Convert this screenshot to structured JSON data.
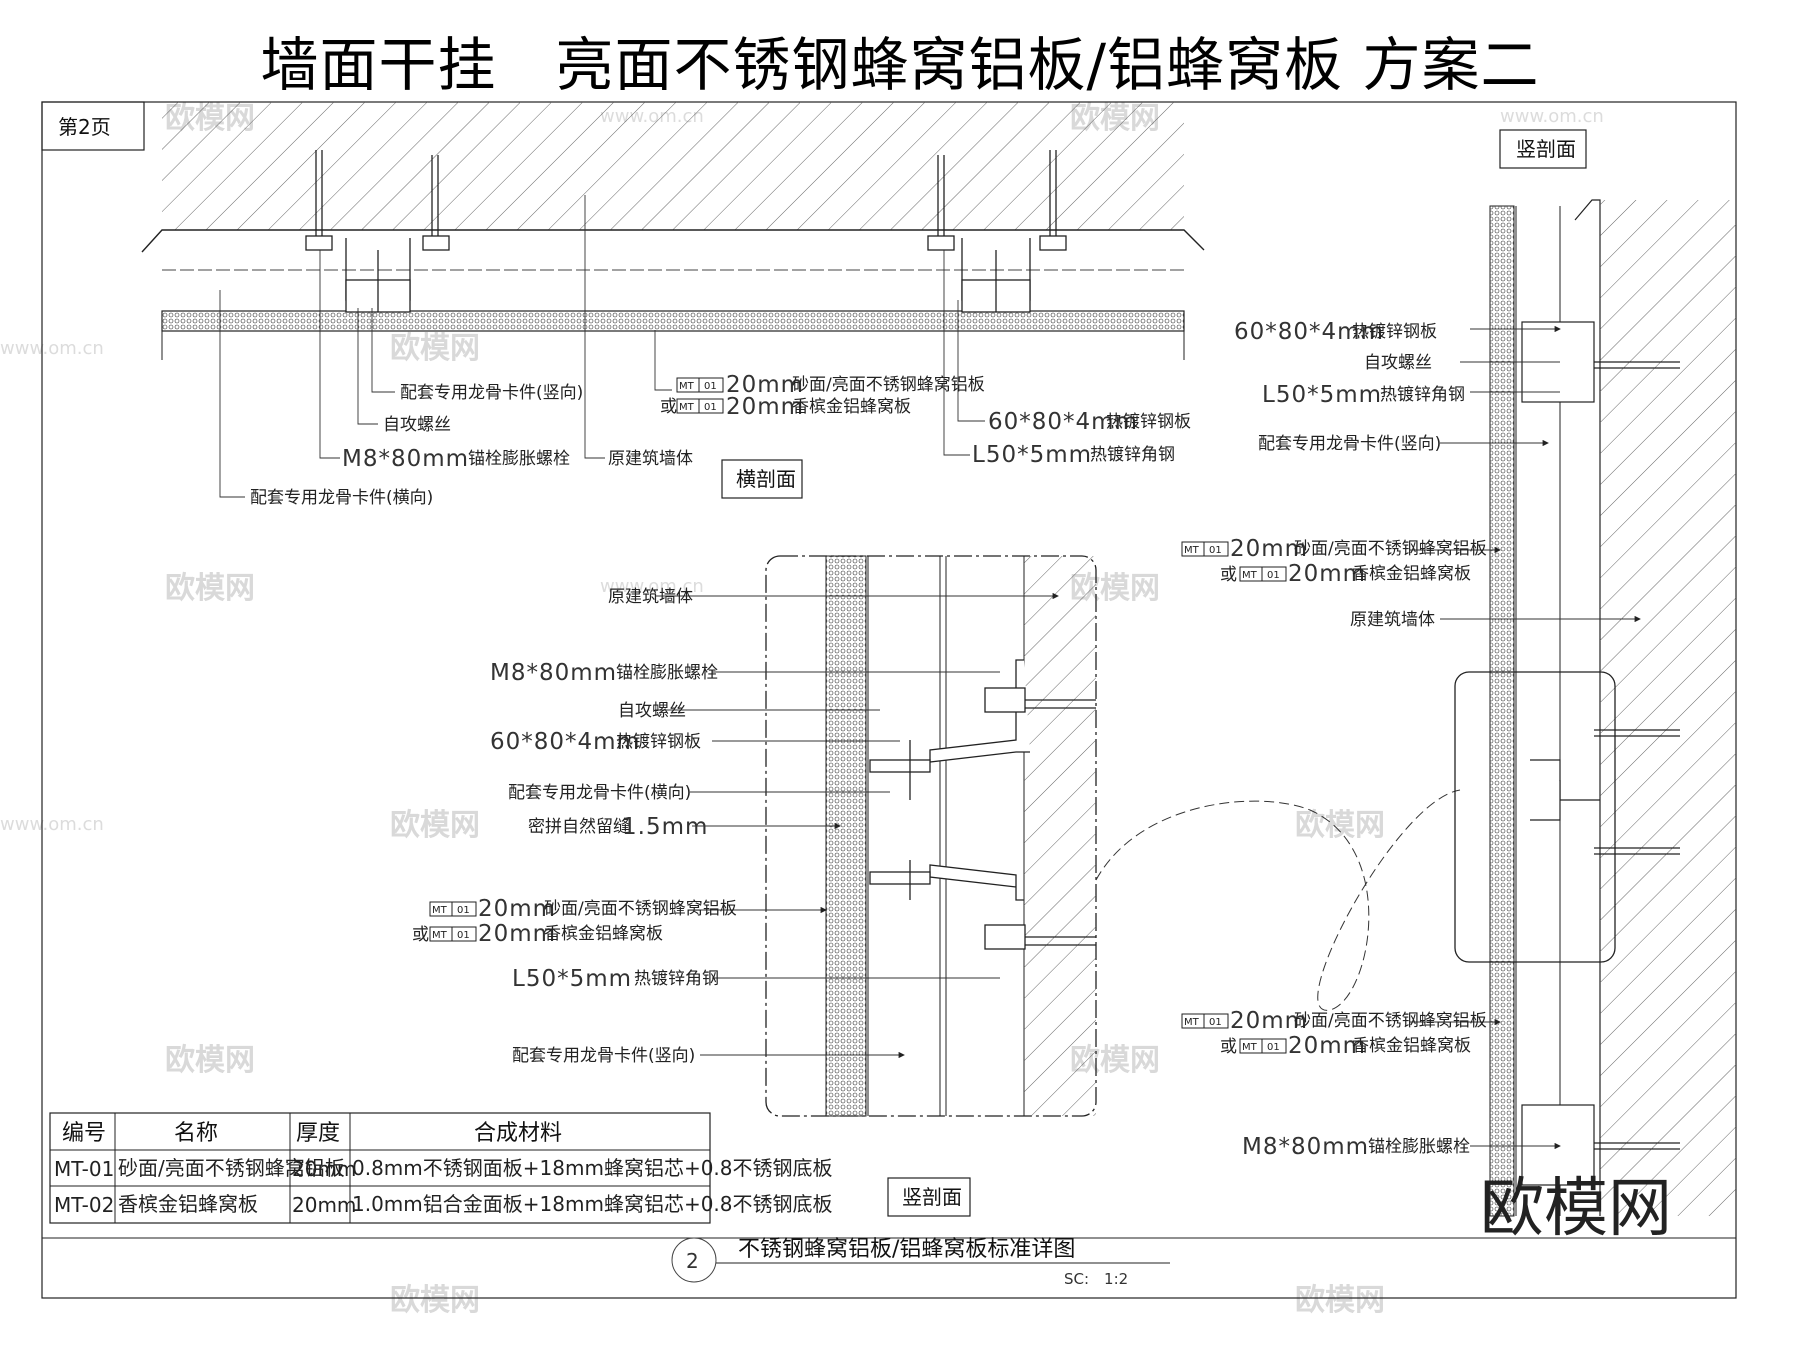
{
  "title": "墙面干挂　亮面不锈钢蜂窝铝板/铝蜂窝板 方案二",
  "page_label": "第2页",
  "sections": {
    "horizontal": "横剖面",
    "vertical_center": "竖剖面",
    "vertical_right": "竖剖面"
  },
  "horizontal_labels": {
    "clip_vertical": "配套专用龙骨卡件(竖向)",
    "self_tap_screw": "自攻螺丝",
    "anchor_bolt": "M8*80mm",
    "anchor_bolt_suffix": "锚栓膨胀螺栓",
    "wall": "原建筑墙体",
    "clip_horizontal": "配套专用龙骨卡件(横向)",
    "panel_a_thk": "20mm",
    "panel_a_name": "砂面/亮面不锈钢蜂窝铝板",
    "or": "或",
    "panel_b_thk": "20mm",
    "panel_b_name": "香槟金铝蜂窝板",
    "steel_plate": "60*80*4mm",
    "steel_plate_suffix": "热镀锌钢板",
    "angle_steel": "L50*5mm",
    "angle_steel_suffix": "热镀锌角钢"
  },
  "center_labels": {
    "wall": "原建筑墙体",
    "anchor_bolt": "M8*80mm",
    "anchor_bolt_suffix": "锚栓膨胀螺栓",
    "self_tap_screw": "自攻螺丝",
    "steel_plate": "60*80*4mm",
    "steel_plate_suffix": "热镀锌钢板",
    "clip_horizontal": "配套专用龙骨卡件(横向)",
    "joint": "密拼自然留缝",
    "joint_value": "1.5mm",
    "panel_a_thk": "20mm",
    "panel_a_name": "砂面/亮面不锈钢蜂窝铝板",
    "or": "或",
    "panel_b_thk": "20mm",
    "panel_b_name": "香槟金铝蜂窝板",
    "angle_steel": "L50*5mm",
    "angle_steel_suffix": "热镀锌角钢",
    "clip_vertical": "配套专用龙骨卡件(竖向)"
  },
  "right_labels": {
    "steel_plate": "60*80*4mm",
    "steel_plate_suffix": "热镀锌钢板",
    "self_tap_screw": "自攻螺丝",
    "angle_steel": "L50*5mm",
    "angle_steel_suffix": "热镀锌角钢",
    "clip_vertical": "配套专用龙骨卡件(竖向)",
    "panel_a_thk": "20mm",
    "panel_a_name": "砂面/亮面不锈钢蜂窝铝板",
    "or": "或",
    "panel_b_thk": "20mm",
    "panel_b_name": "香槟金铝蜂窝板",
    "wall": "原建筑墙体",
    "anchor_bolt": "M8*80mm",
    "anchor_bolt_suffix": "锚栓膨胀螺栓"
  },
  "material_tag": {
    "code": "MT",
    "num": "01"
  },
  "table": {
    "headers": [
      "编号",
      "名称",
      "厚度",
      "合成材料"
    ],
    "rows": [
      [
        "MT-01",
        "砂面/亮面不锈钢蜂窝铝板",
        "20mm",
        "0.8mm不锈钢面板+18mm蜂窝铝芯+0.8不锈钢底板"
      ],
      [
        "MT-02",
        "香槟金铝蜂窝板",
        "20mm",
        "1.0mm铝合金面板+18mm蜂窝铝芯+0.8不锈钢底板"
      ]
    ]
  },
  "footer": {
    "number": "2",
    "title": "不锈钢蜂窝铝板/铝蜂窝板标准详图",
    "scale": "SC:　1:2"
  },
  "watermark": {
    "brand": "欧模网",
    "url": "www.om.cn"
  }
}
